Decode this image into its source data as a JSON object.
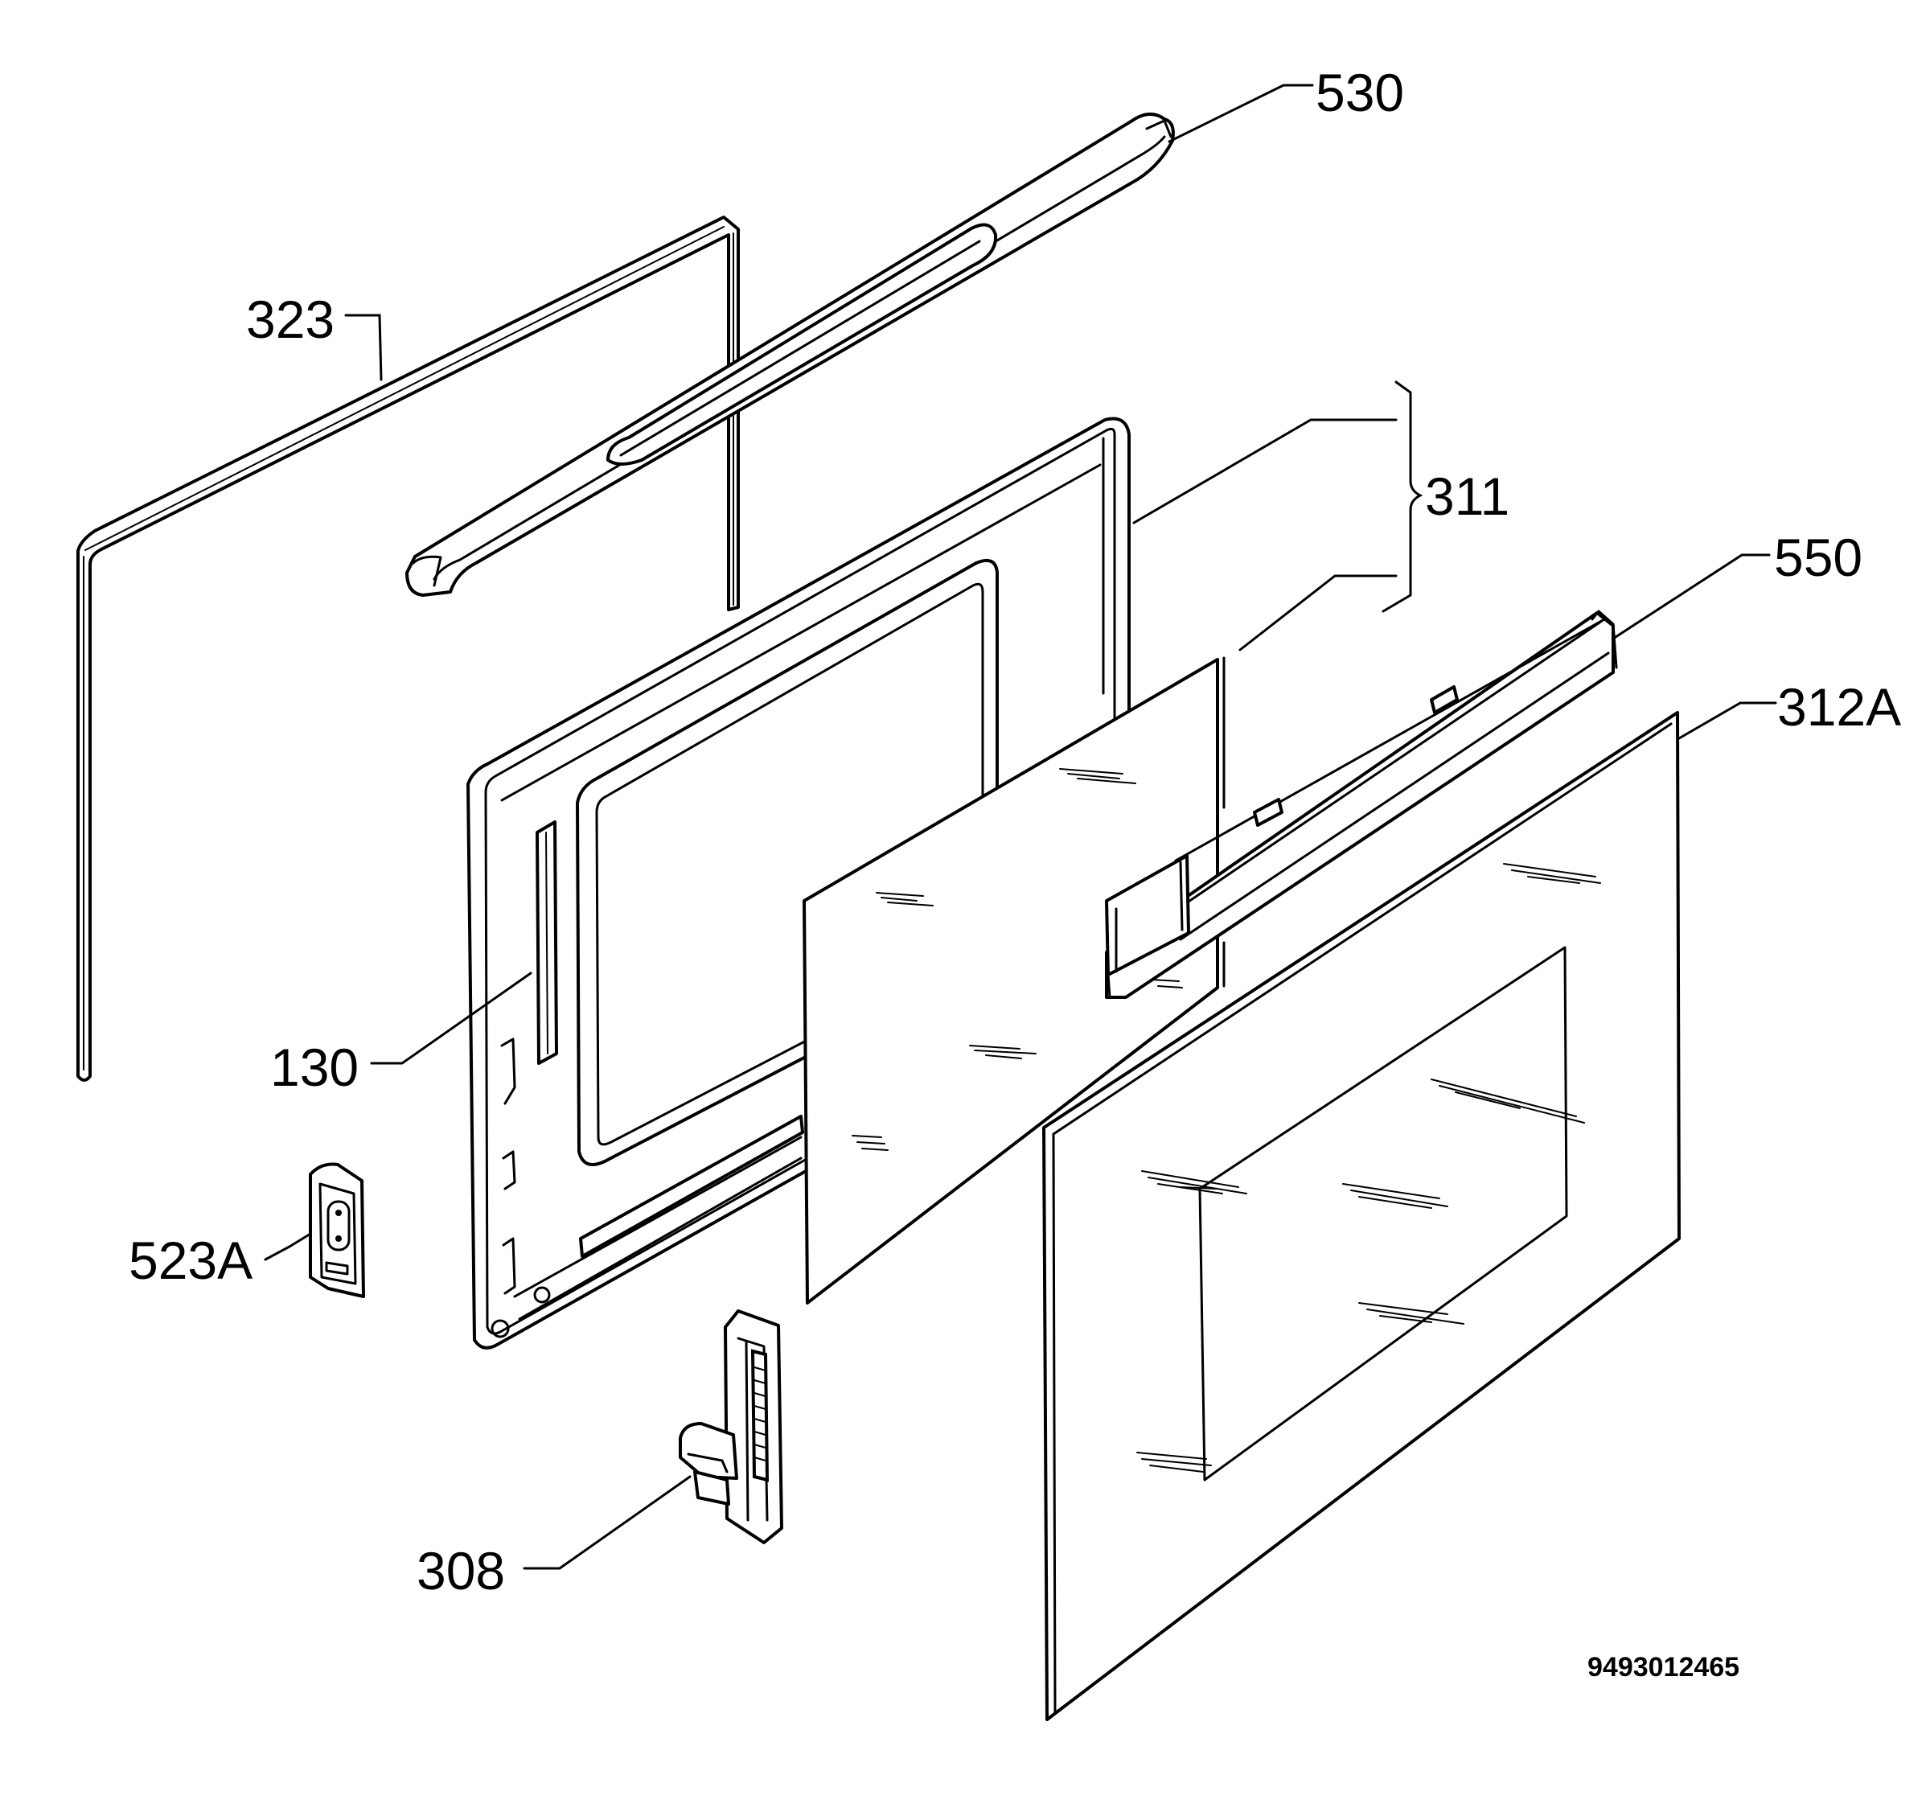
{
  "diagram": {
    "parts": [
      {
        "id": "530",
        "label": "530"
      },
      {
        "id": "323",
        "label": "323"
      },
      {
        "id": "311",
        "label": "311"
      },
      {
        "id": "550",
        "label": "550"
      },
      {
        "id": "312A",
        "label": "312A"
      },
      {
        "id": "130",
        "label": "130"
      },
      {
        "id": "523A",
        "label": "523A"
      },
      {
        "id": "308",
        "label": "308"
      }
    ],
    "document_number": "9493012465"
  }
}
